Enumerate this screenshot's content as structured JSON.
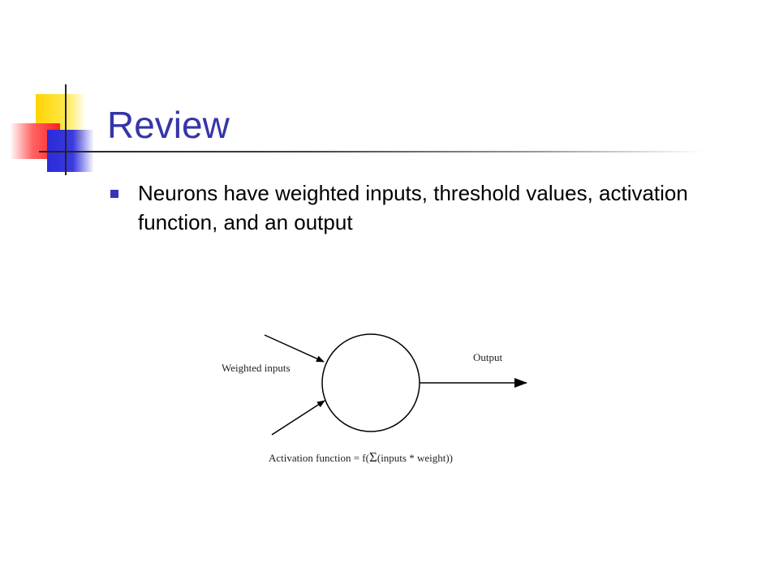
{
  "slide": {
    "title": "Review",
    "bullets": [
      "Neurons have weighted inputs, threshold values, activation function, and an output"
    ]
  },
  "diagram": {
    "weighted_inputs_label": "Weighted inputs",
    "output_label": "Output",
    "activation_prefix": "Activation function = f(",
    "sigma_symbol": "Σ",
    "activation_suffix": "(inputs * weight))"
  }
}
